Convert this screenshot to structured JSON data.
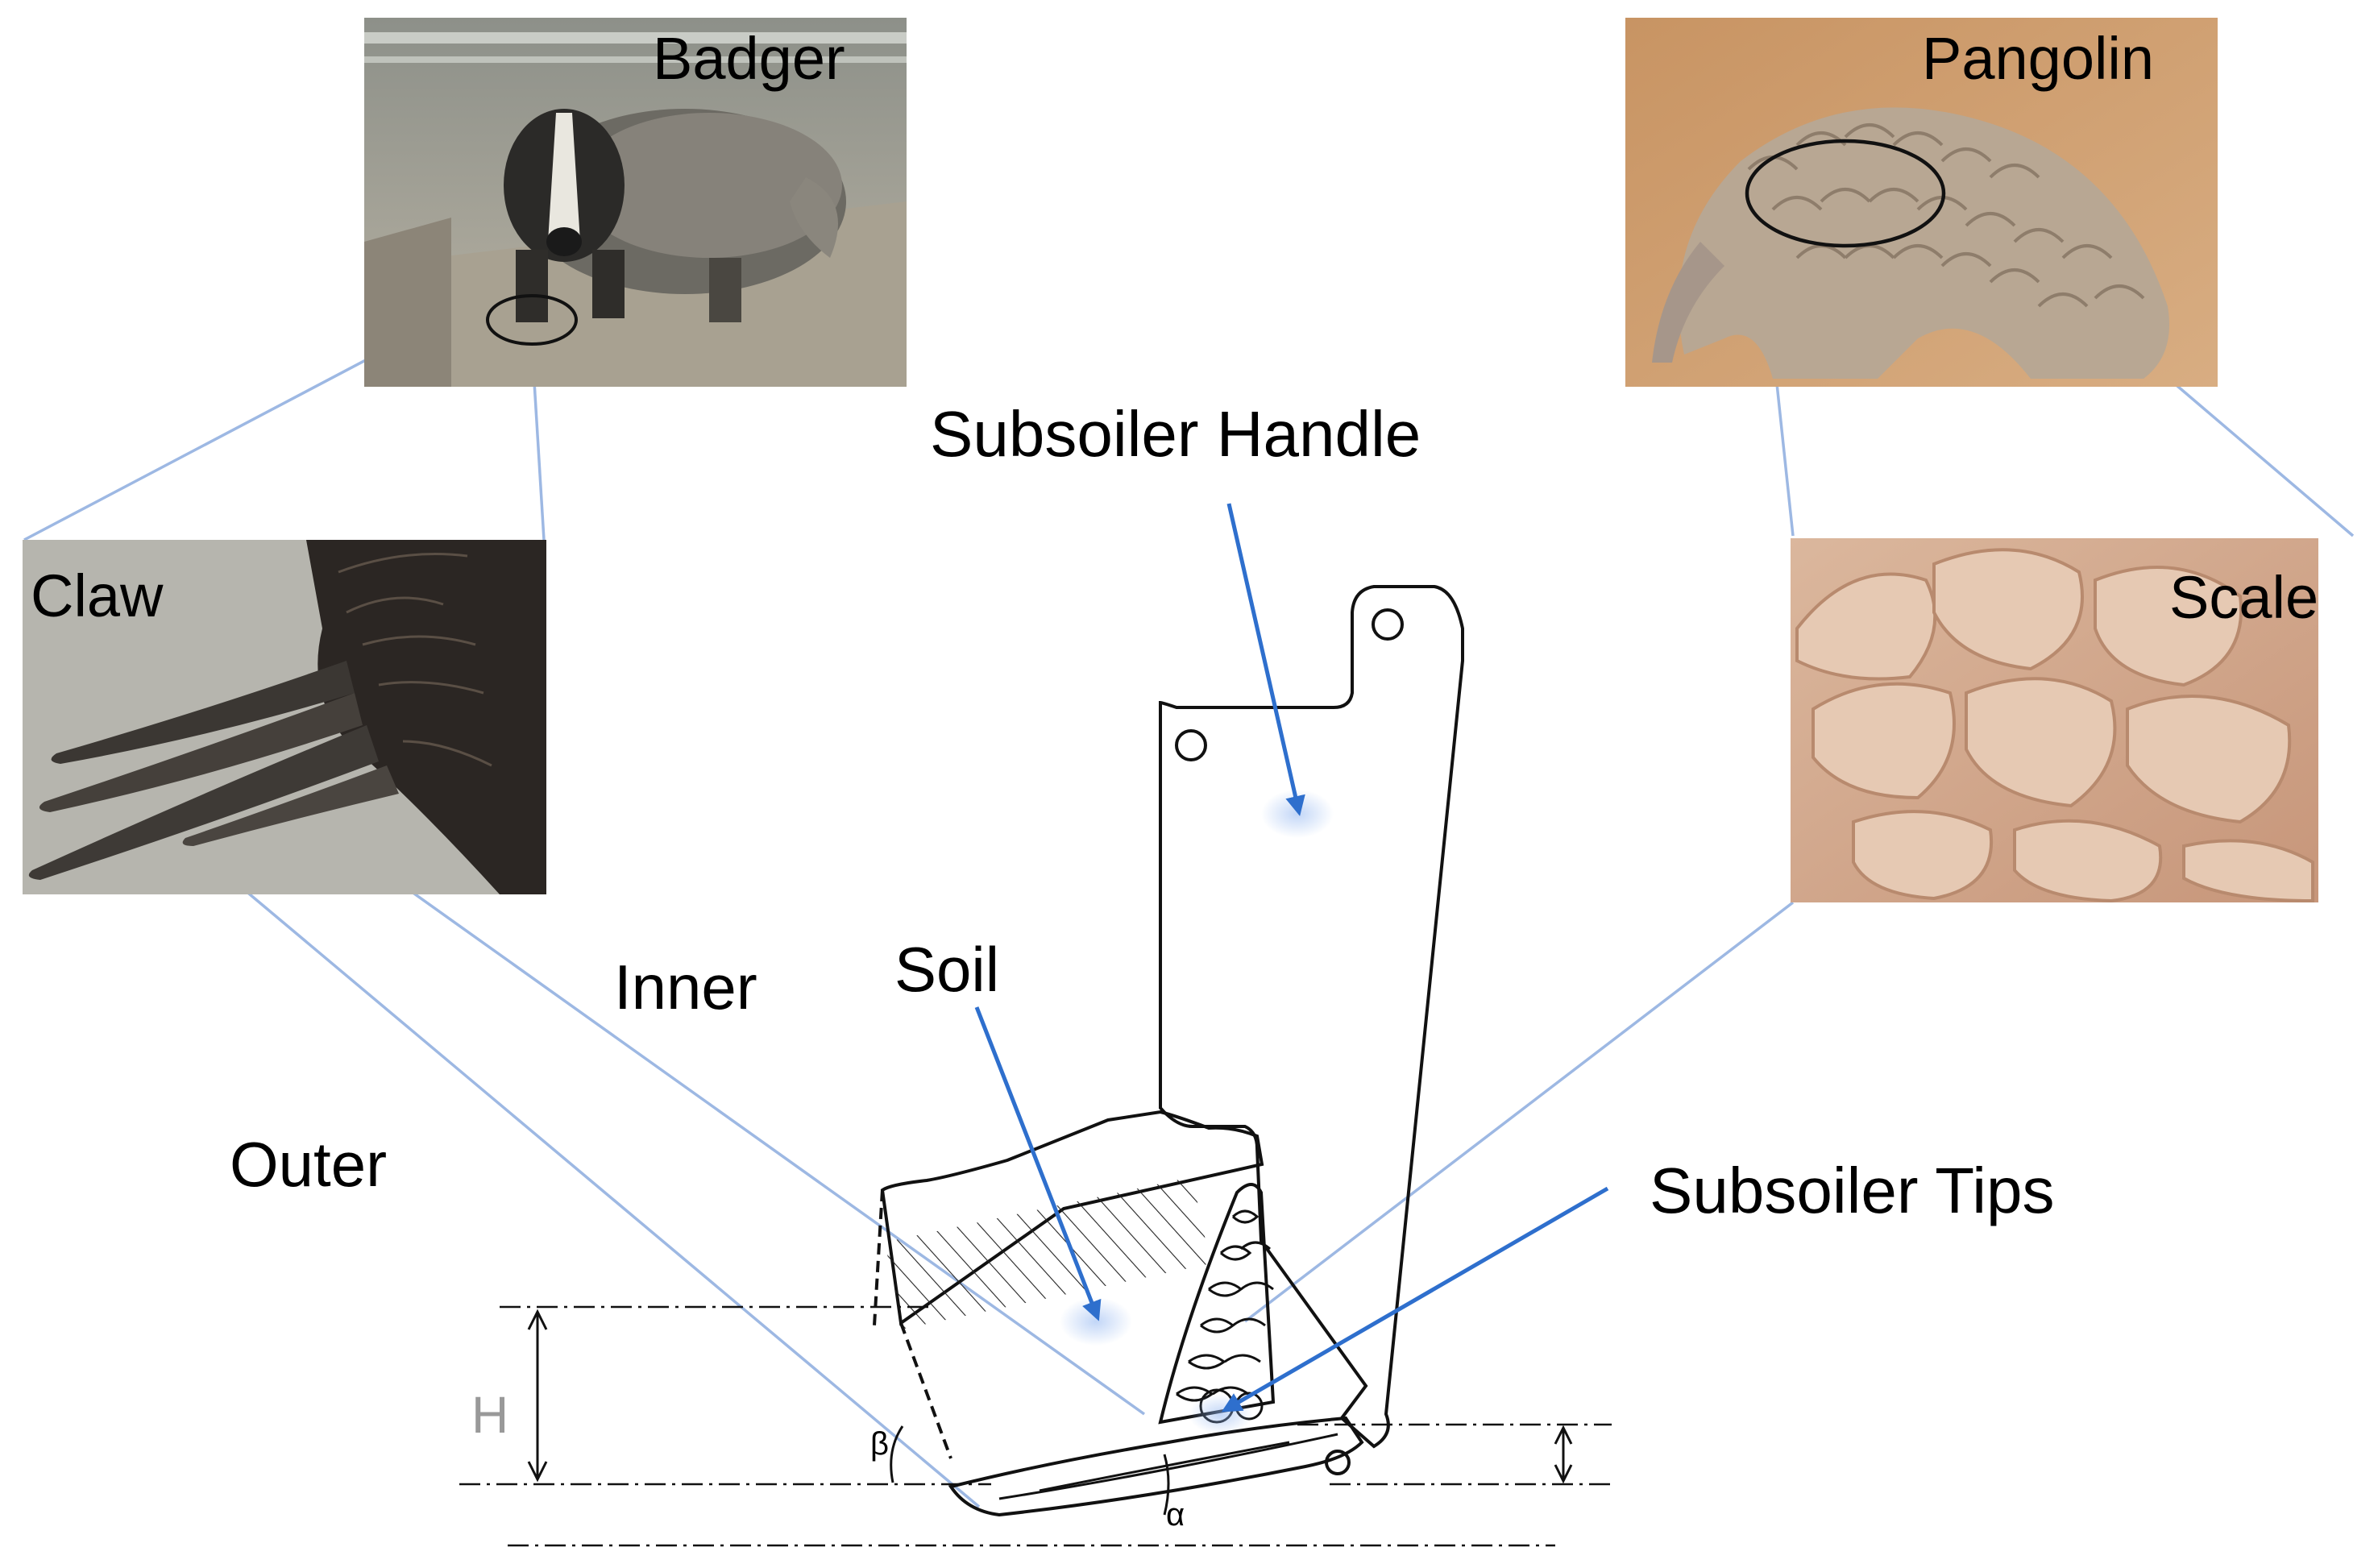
{
  "figure": {
    "photos": {
      "badger": {
        "label": "Badger"
      },
      "pangolin": {
        "label": "Pangolin"
      },
      "claw": {
        "label": "Claw"
      },
      "scale": {
        "label": "Scale"
      }
    },
    "labels": {
      "subsoiler_handle": "Subsoiler Handle",
      "soil": "Soil",
      "inner": "Inner",
      "outer": "Outer",
      "subsoiler_tips": "Subsoiler Tips",
      "height_symbol": "H",
      "angle_alpha": "α",
      "angle_beta": "β"
    }
  },
  "colors": {
    "connector": "#9db8e3",
    "arrow": "#2e6fcd",
    "outline": "#111111",
    "badger_bg": "#9a9a90",
    "pangolin_bg": "#c99a6a",
    "claw_bg": "#b8b6ad",
    "scale_bg": "#d4aa8e"
  }
}
